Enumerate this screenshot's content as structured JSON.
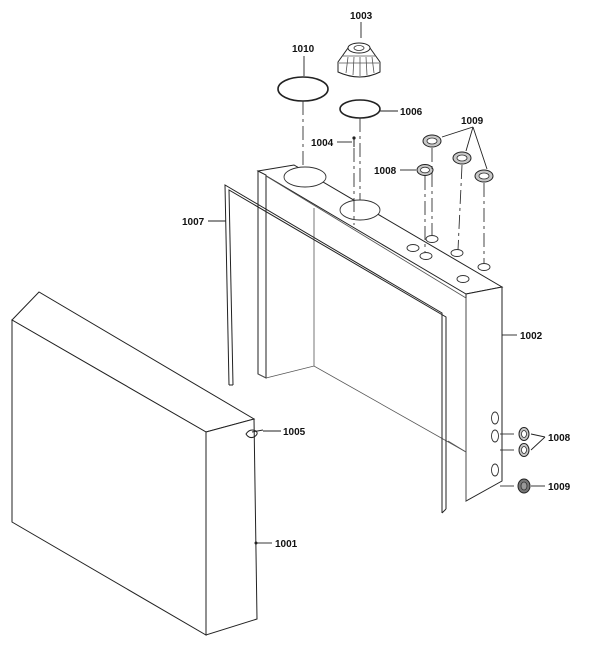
{
  "labels": {
    "p1001": "1001",
    "p1002": "1002",
    "p1003": "1003",
    "p1004": "1004",
    "p1005": "1005",
    "p1006": "1006",
    "p1007": "1007",
    "p1008_top": "1008",
    "p1008_side": "1008",
    "p1009_top": "1009",
    "p1009_side": "1009",
    "p1010": "1010"
  }
}
